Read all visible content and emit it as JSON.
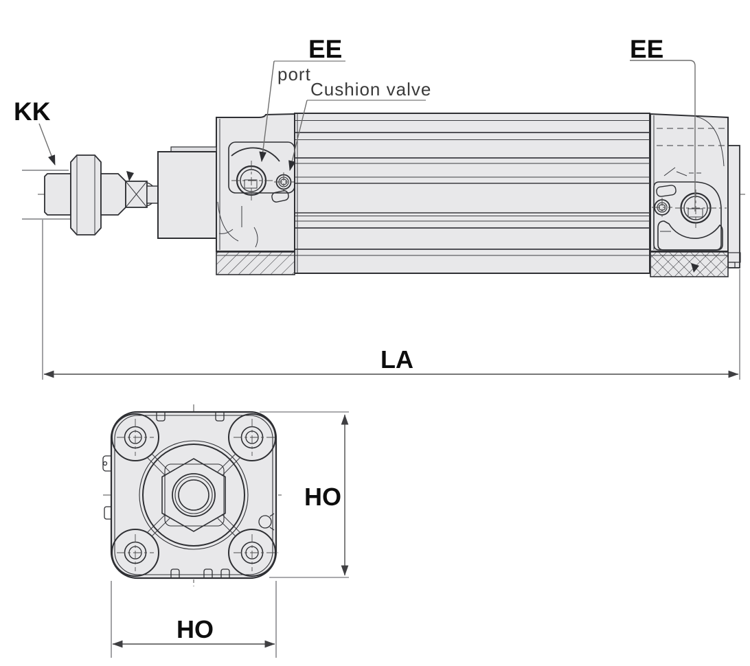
{
  "labels": {
    "kk": "KK",
    "ee_rod": "EE",
    "port": "port",
    "cushion_valve": "Cushion valve",
    "ee_head": "EE",
    "la": "LA",
    "ho_height": "HO",
    "ho_width": "HO"
  },
  "colors": {
    "background": "#ffffff",
    "outline": "#2e2f33",
    "body_fill": "#e8e8ea",
    "dimension_line": "#4a4a4a",
    "label_text": "#0d0d0d",
    "annotation_text": "#3a3a3a",
    "leader_underline": "#8f8f8f"
  }
}
